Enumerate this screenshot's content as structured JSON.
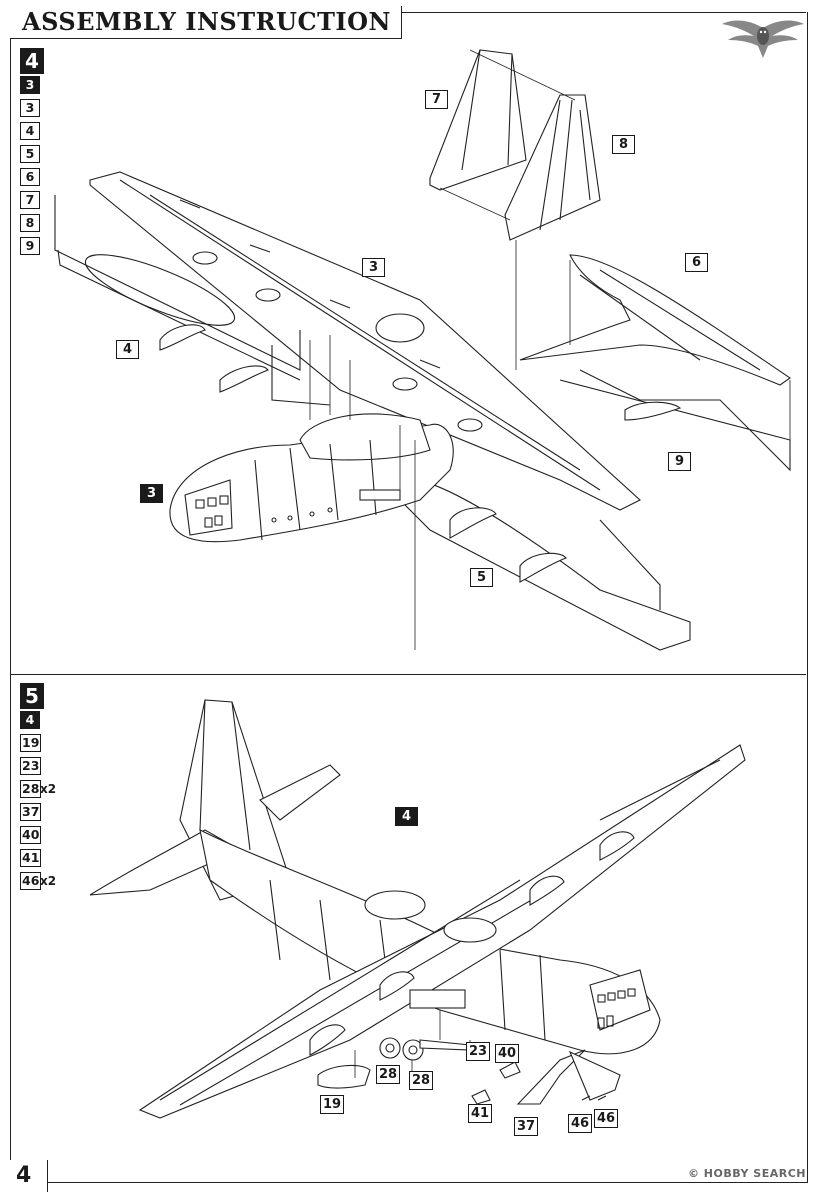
{
  "header": {
    "title": "ASSEMBLY INSTRUCTION"
  },
  "page_number": "4",
  "watermark": "© HOBBY SEARCH",
  "step4": {
    "number": "4",
    "sidebar": [
      {
        "label": "3",
        "filled": true
      },
      {
        "label": "3",
        "filled": false
      },
      {
        "label": "4",
        "filled": false
      },
      {
        "label": "5",
        "filled": false
      },
      {
        "label": "6",
        "filled": false
      },
      {
        "label": "7",
        "filled": false
      },
      {
        "label": "8",
        "filled": false
      },
      {
        "label": "9",
        "filled": false
      }
    ],
    "callouts": {
      "p7": "7",
      "p8": "8",
      "p3": "3",
      "p6": "6",
      "p4": "4",
      "p9": "9",
      "p3_fuselage": "3",
      "p5": "5"
    }
  },
  "step5": {
    "number": "5",
    "sidebar": [
      {
        "label": "4",
        "filled": true,
        "mult": ""
      },
      {
        "label": "19",
        "filled": false,
        "mult": ""
      },
      {
        "label": "23",
        "filled": false,
        "mult": ""
      },
      {
        "label": "28",
        "filled": false,
        "mult": "x2"
      },
      {
        "label": "37",
        "filled": false,
        "mult": ""
      },
      {
        "label": "40",
        "filled": false,
        "mult": ""
      },
      {
        "label": "41",
        "filled": false,
        "mult": ""
      },
      {
        "label": "46",
        "filled": false,
        "mult": "x2"
      }
    ],
    "callouts": {
      "p4": "4",
      "p23": "23",
      "p40": "40",
      "p28a": "28",
      "p28b": "28",
      "p19": "19",
      "p41": "41",
      "p37": "37",
      "p46a": "46",
      "p46b": "46"
    }
  },
  "icons": {
    "logo": "owl-logo-icon"
  }
}
